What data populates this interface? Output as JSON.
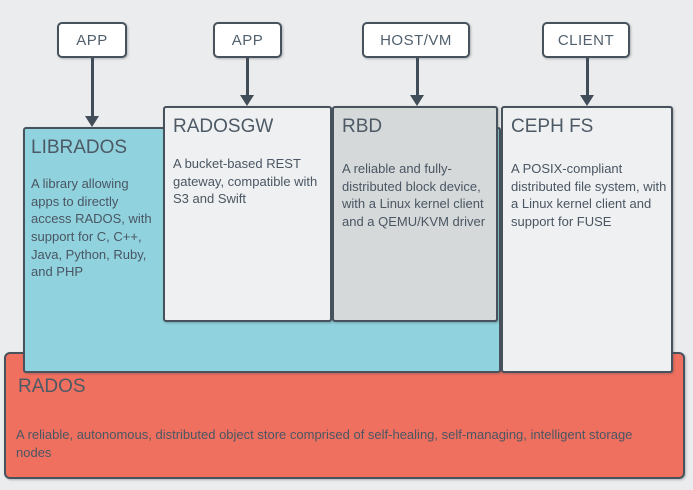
{
  "diagram": {
    "subject": "Ceph storage architecture stack"
  },
  "palette": {
    "background": "#ebeced",
    "box_border": "#47525c",
    "arrow": "#414d59",
    "node_fill": "#ffffff",
    "librados_fill": "#90d2dd",
    "radosgw_fill": "#eef0f1",
    "rbd_fill": "#d6d9da",
    "cephfs_fill": "#eef0f1",
    "rados_fill": "#f0705f",
    "title_text": "#4d5a66",
    "body_text": "#4a5663"
  },
  "top_nodes": [
    {
      "label": "APP"
    },
    {
      "label": "APP"
    },
    {
      "label": "HOST/VM"
    },
    {
      "label": "CLIENT"
    }
  ],
  "layers": {
    "librados": {
      "title": "LIBRADOS",
      "description": "A library allowing apps to directly access RADOS, with support for C, C++, Java, Python, Ruby, and PHP"
    },
    "radosgw": {
      "title": "RADOSGW",
      "description": "A bucket-based REST gateway, compatible with S3 and Swift"
    },
    "rbd": {
      "title": "RBD",
      "description": "A reliable and fully-distributed block device, with a Linux kernel client and a QEMU/KVM driver"
    },
    "cephfs": {
      "title": "CEPH FS",
      "description": "A POSIX-compliant distributed file system, with a Linux kernel client and support for FUSE"
    },
    "rados": {
      "title": "RADOS",
      "description": "A reliable, autonomous, distributed object store comprised of self-healing, self-managing, intelligent storage nodes"
    }
  }
}
